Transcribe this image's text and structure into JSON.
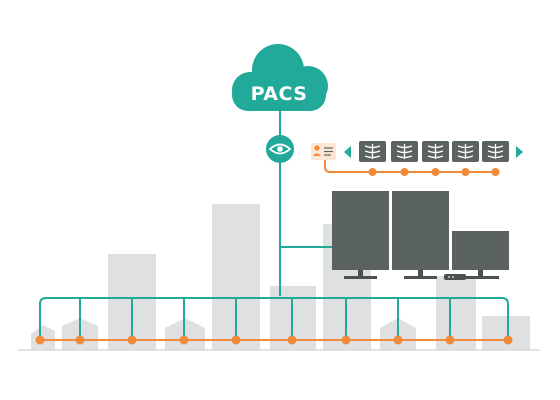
{
  "cloud": {
    "label": "PACS",
    "color": "#21a99a"
  },
  "colors": {
    "teal": "#21a99a",
    "orange": "#f2893b",
    "gray_building": "#dfe0e1",
    "monitor": "#5a6362",
    "monitor_stand": "#4a5251",
    "ground": "#d9dadb"
  },
  "icons": {
    "view": "eye-icon",
    "patient": "patient-card-icon",
    "series": "xray-thumbnail-icon",
    "prev": "arrow-left-icon",
    "next": "arrow-right-icon"
  },
  "thumbnail_count": 5,
  "monitor_count": 3,
  "network_node_count": 10
}
